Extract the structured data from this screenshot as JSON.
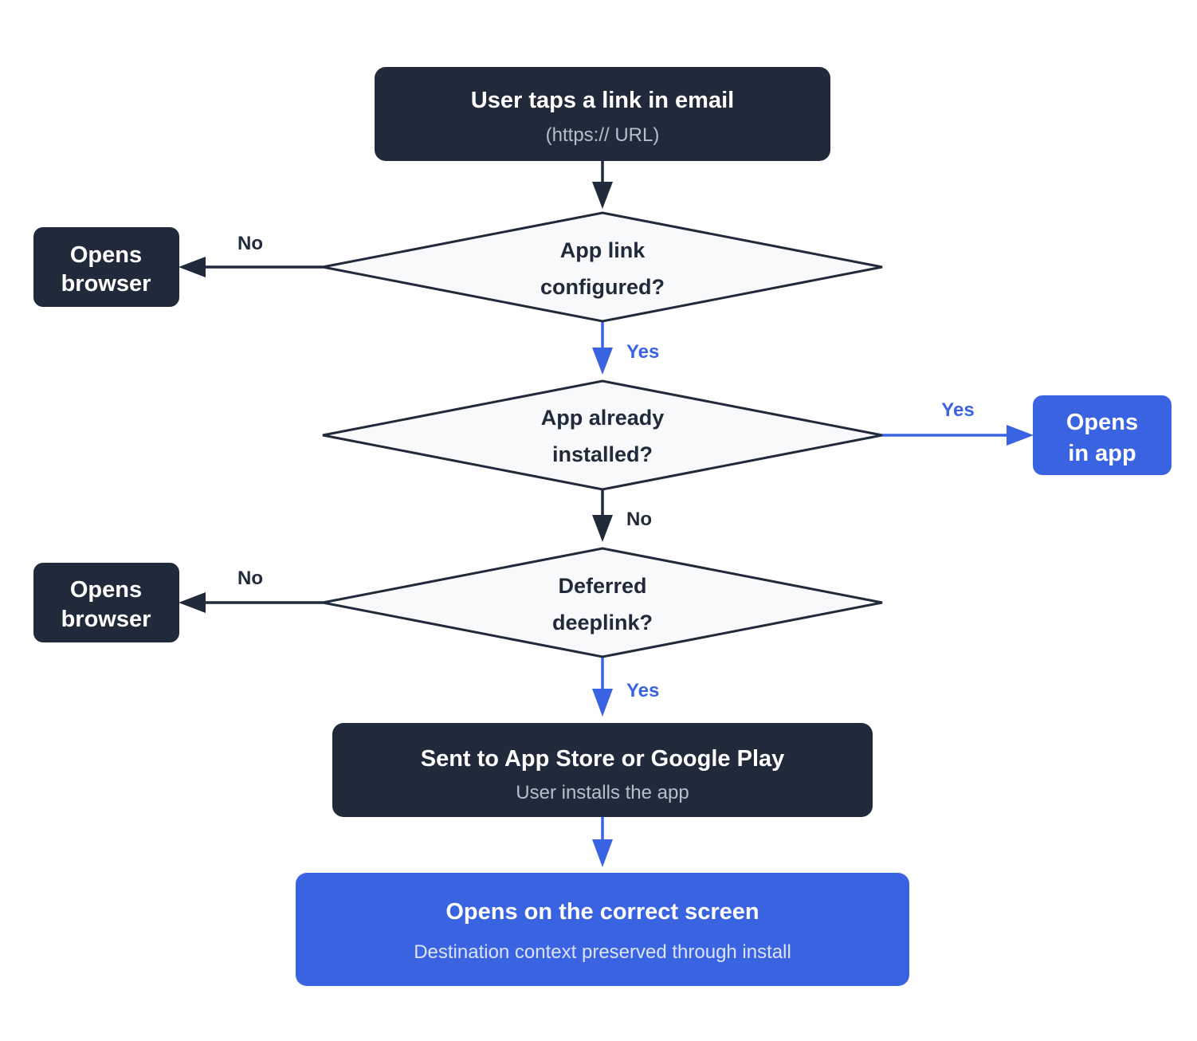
{
  "nodes": {
    "start": {
      "title": "User taps a link in email",
      "subtitle": "(https:// URL)"
    },
    "decision_app_link": {
      "line1": "App link",
      "line2": "configured?"
    },
    "decision_installed": {
      "line1": "App already",
      "line2": "installed?"
    },
    "decision_deferred": {
      "line1": "Deferred",
      "line2": "deeplink?"
    },
    "browser_top": {
      "line1": "Opens",
      "line2": "browser"
    },
    "browser_bottom": {
      "line1": "Opens",
      "line2": "browser"
    },
    "opens_in_app": {
      "line1": "Opens",
      "line2": "in app"
    },
    "store": {
      "title": "Sent to App Store or Google Play",
      "subtitle": "User installs the app"
    },
    "end": {
      "title": "Opens on the correct screen",
      "subtitle": "Destination context preserved through install"
    }
  },
  "edge_labels": {
    "app_link_no": "No",
    "app_link_yes": "Yes",
    "installed_yes": "Yes",
    "installed_no": "No",
    "deferred_no": "No",
    "deferred_yes": "Yes"
  },
  "colors": {
    "dark_node": "#212a3b",
    "accent_blue": "#3a63e1",
    "diamond_fill": "#f7f9fb"
  }
}
